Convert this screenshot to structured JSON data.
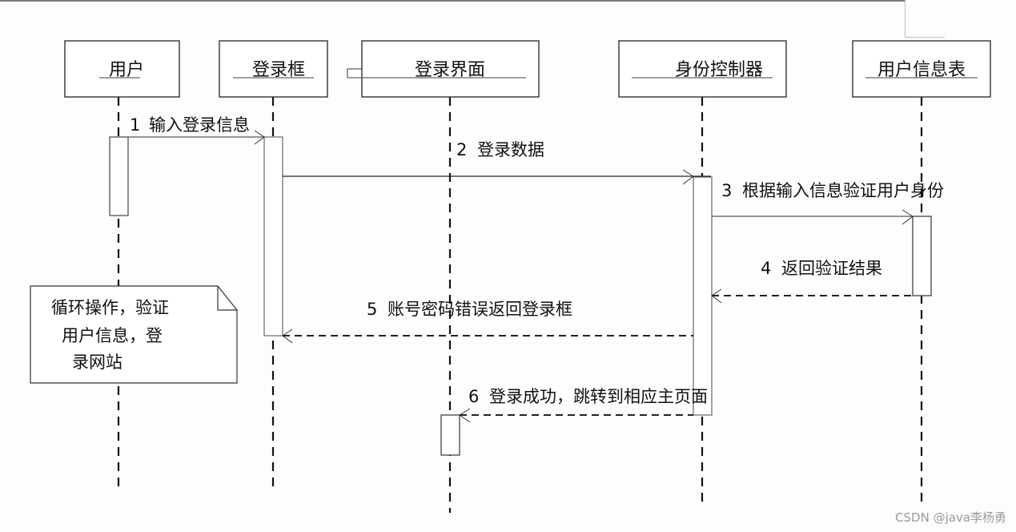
{
  "diagram": {
    "type": "sequence",
    "participants": [
      {
        "id": "user",
        "label": "用户"
      },
      {
        "id": "loginbox",
        "label": "登录框"
      },
      {
        "id": "loginui",
        "label": "登录界面"
      },
      {
        "id": "authctl",
        "label": "身份控制器"
      },
      {
        "id": "usertable",
        "label": "用户信息表"
      }
    ],
    "messages": [
      {
        "num": "1",
        "text": "输入登录信息",
        "from": "user",
        "to": "loginbox",
        "style": "solid"
      },
      {
        "num": "2",
        "text": "登录数据",
        "from": "loginbox",
        "to": "authctl",
        "style": "solid"
      },
      {
        "num": "3",
        "text": "根据输入信息验证用户身份",
        "from": "authctl",
        "to": "usertable",
        "style": "solid"
      },
      {
        "num": "4",
        "text": "返回验证结果",
        "from": "usertable",
        "to": "authctl",
        "style": "dashed"
      },
      {
        "num": "5",
        "text": "账号密码错误返回登录框",
        "from": "authctl",
        "to": "loginbox",
        "style": "dashed"
      },
      {
        "num": "6",
        "text": "登录成功，跳转到相应主页面",
        "from": "authctl",
        "to": "loginui",
        "style": "dashed"
      }
    ],
    "note": {
      "lines": [
        "循环操作，验证",
        "用户信息，登",
        "录网站"
      ],
      "attached_to": "user"
    }
  },
  "watermark": "CSDN @java李杨勇"
}
